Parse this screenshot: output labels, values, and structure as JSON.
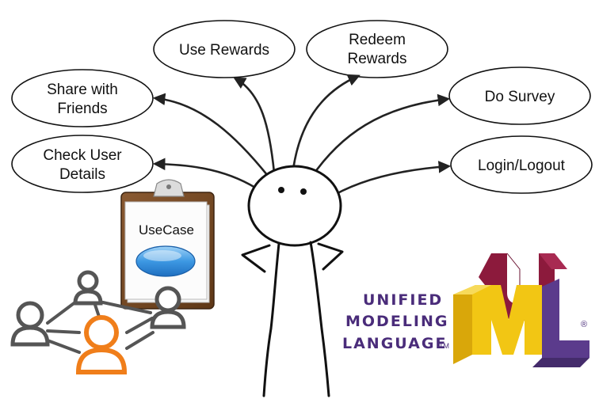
{
  "use_cases": {
    "share_with_friends": [
      "Share with",
      "Friends"
    ],
    "use_rewards": [
      "Use Rewards"
    ],
    "redeem_rewards": [
      "Redeem",
      "Rewards"
    ],
    "do_survey": [
      "Do Survey"
    ],
    "check_user_details": [
      "Check User",
      "Details"
    ],
    "login_logout": [
      "Login/Logout"
    ]
  },
  "clipboard": {
    "label": "UseCase"
  },
  "uml_logo": {
    "line1": "UNIFIED",
    "line2": "MODELING",
    "line3": "LANGUAGE",
    "trademark": "TM",
    "registered": "®"
  },
  "colors": {
    "network_gray": "#555555",
    "network_orange": "#f07e1a",
    "uml_purple": "#5b3b8c",
    "uml_maroon": "#8c1a3c",
    "uml_yellow": "#f2c614",
    "ellipse_blue": "#4aa3e8"
  }
}
